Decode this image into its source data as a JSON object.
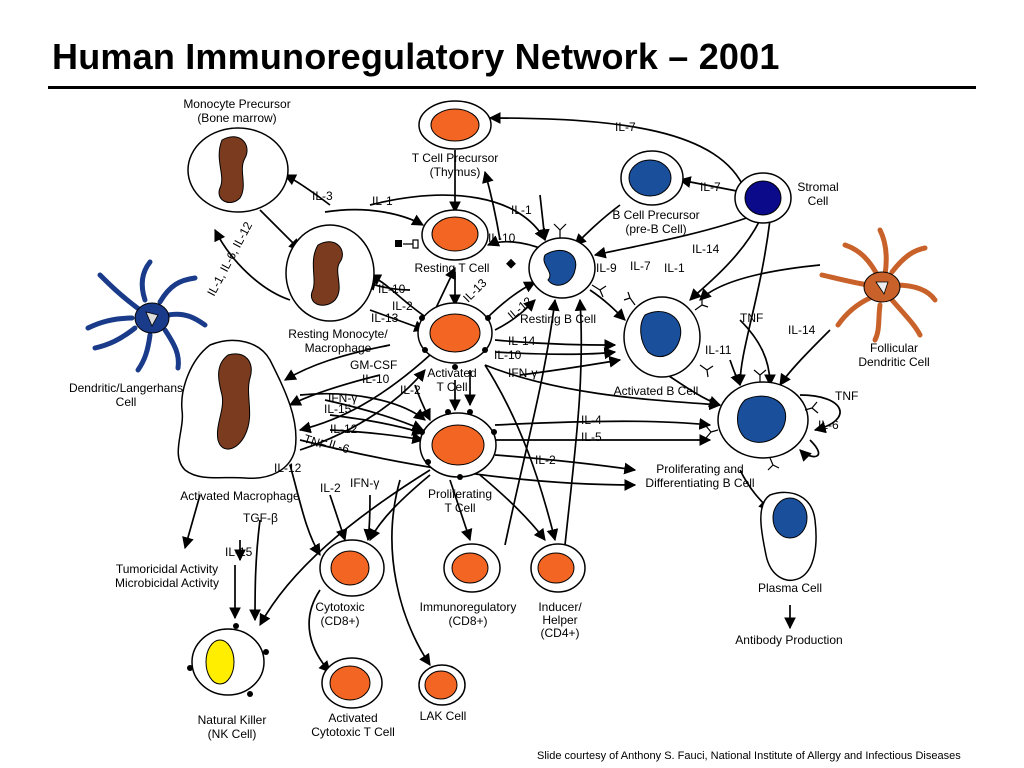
{
  "title": "Human Immunoregulatory Network – 2001",
  "credit": "Slide courtesy of Anthony S. Fauci, National Institute of Allergy and Infectious Diseases",
  "colors": {
    "t_cell": "#f26522",
    "b_cell": "#1a4f9c",
    "stromal": "#0a0a8a",
    "monocyte": "#7a3b1e",
    "nk": "#ffee00",
    "follicular_dc": "#c8622a",
    "langerhans": "#1a3a8a",
    "line": "#000000"
  },
  "cells": {
    "monocyte_precursor": [
      "Monocyte Precursor",
      "(Bone marrow)"
    ],
    "t_cell_precursor": [
      "T Cell Precursor",
      "(Thymus)"
    ],
    "stromal": [
      "Stromal",
      "Cell"
    ],
    "b_cell_precursor": [
      "B Cell Precursor",
      "(pre-B Cell)"
    ],
    "resting_t": [
      "Resting T Cell"
    ],
    "resting_b": [
      "Resting B Cell"
    ],
    "resting_monocyte": [
      "Resting Monocyte/",
      "Macrophage"
    ],
    "activated_t": [
      "Activated",
      "T Cell"
    ],
    "activated_b": [
      "Activated B Cell"
    ],
    "follicular_dc": [
      "Follicular",
      "Dendritic Cell"
    ],
    "dendritic": [
      "Dendritic/Langerhans",
      "Cell"
    ],
    "activated_macrophage": [
      "Activated Macrophage"
    ],
    "proliferating_t": [
      "Proliferating",
      "T Cell"
    ],
    "proliferating_b": [
      "Proliferating and",
      "Differentiating B Cell"
    ],
    "tumoricidal": [
      "Tumoricidal Activity",
      "Microbicidal Activity"
    ],
    "cytotoxic": [
      "Cytotoxic",
      "(CD8+)"
    ],
    "immunoregulatory": [
      "Immunoregulatory",
      "(CD8+)"
    ],
    "inducer_helper": [
      "Inducer/",
      "Helper",
      "(CD4+)"
    ],
    "plasma": [
      "Plasma Cell"
    ],
    "antibody": [
      "Antibody Production"
    ],
    "nk": [
      "Natural Killer",
      "(NK Cell)"
    ],
    "activated_cytotoxic": [
      "Activated",
      "Cytotoxic T Cell"
    ],
    "lak": [
      "LAK Cell"
    ]
  },
  "cytokines": {
    "c1": "IL-7",
    "c2": "IL-7",
    "c3": "IL-3",
    "c4": "IL-1",
    "c5": "IL-1",
    "c6": "IL-10",
    "c7": "IL-1, IL-6, IL-12",
    "c8": "IL-14",
    "c9": "IL-9",
    "c10": "IL-7",
    "c11": "IL-1",
    "c12": "IL-13",
    "c13": "IL-12",
    "c14": "IL-10",
    "c15": "IL-2",
    "c16": "IL-13",
    "c17": "TNF",
    "c18": "IL-14",
    "c19": "IL-14",
    "c20": "IL-10",
    "c21": "IFN-γ",
    "c22": "IL-11",
    "c23": "GM-CSF",
    "c24": "IL-10",
    "c25": "IL-2",
    "c26": "IFN-γ",
    "c27": "IL-15",
    "c28": "IL-12",
    "c29": "IL-6",
    "c30": "TNF",
    "c31": "IL-4",
    "c32": "IL-5",
    "c33": "IL-2",
    "c34": "TNF",
    "c35": "IL-6",
    "c36": "IL-12",
    "c37": "IL-2",
    "c38": "IFN-γ",
    "c39": "TGF-β",
    "c40": "IL-15"
  }
}
